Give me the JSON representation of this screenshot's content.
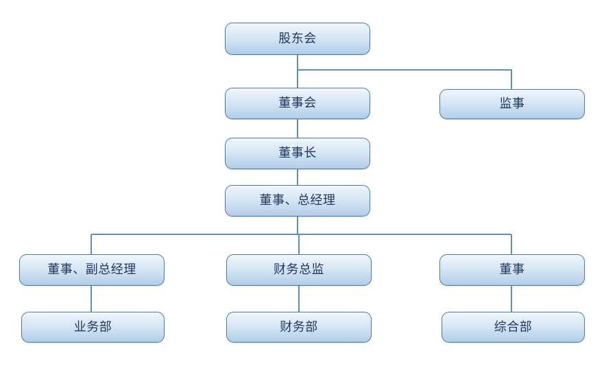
{
  "diagram": {
    "type": "org-chart",
    "title": "",
    "colors": {
      "box_border": "#4a7ba7",
      "box_fill_top": "#f2f7fc",
      "box_fill_bottom": "#b3cde7",
      "text": "#1f3864",
      "connector": "#5b8fc4",
      "background": "#ffffff"
    },
    "nodes": [
      {
        "id": "shareholders",
        "label": "股东会",
        "level": 1
      },
      {
        "id": "board",
        "label": "董事会",
        "level": 2
      },
      {
        "id": "supervisor",
        "label": "监事",
        "level": 2
      },
      {
        "id": "chairman",
        "label": "董事长",
        "level": 3
      },
      {
        "id": "gm",
        "label": "董事、总经理",
        "level": 4
      },
      {
        "id": "deputygm",
        "label": "董事、副总经理",
        "level": 5
      },
      {
        "id": "cfo",
        "label": "财务总监",
        "level": 5
      },
      {
        "id": "director",
        "label": "董事",
        "level": 5
      },
      {
        "id": "business",
        "label": "业务部",
        "level": 6
      },
      {
        "id": "finance",
        "label": "财务部",
        "level": 6
      },
      {
        "id": "general",
        "label": "综合部",
        "level": 6
      }
    ],
    "edges": [
      {
        "from": "shareholders",
        "to": "board"
      },
      {
        "from": "shareholders",
        "to": "supervisor"
      },
      {
        "from": "board",
        "to": "chairman"
      },
      {
        "from": "chairman",
        "to": "gm"
      },
      {
        "from": "gm",
        "to": "deputygm"
      },
      {
        "from": "gm",
        "to": "cfo"
      },
      {
        "from": "gm",
        "to": "director"
      },
      {
        "from": "deputygm",
        "to": "business"
      },
      {
        "from": "cfo",
        "to": "finance"
      },
      {
        "from": "director",
        "to": "general"
      }
    ]
  }
}
